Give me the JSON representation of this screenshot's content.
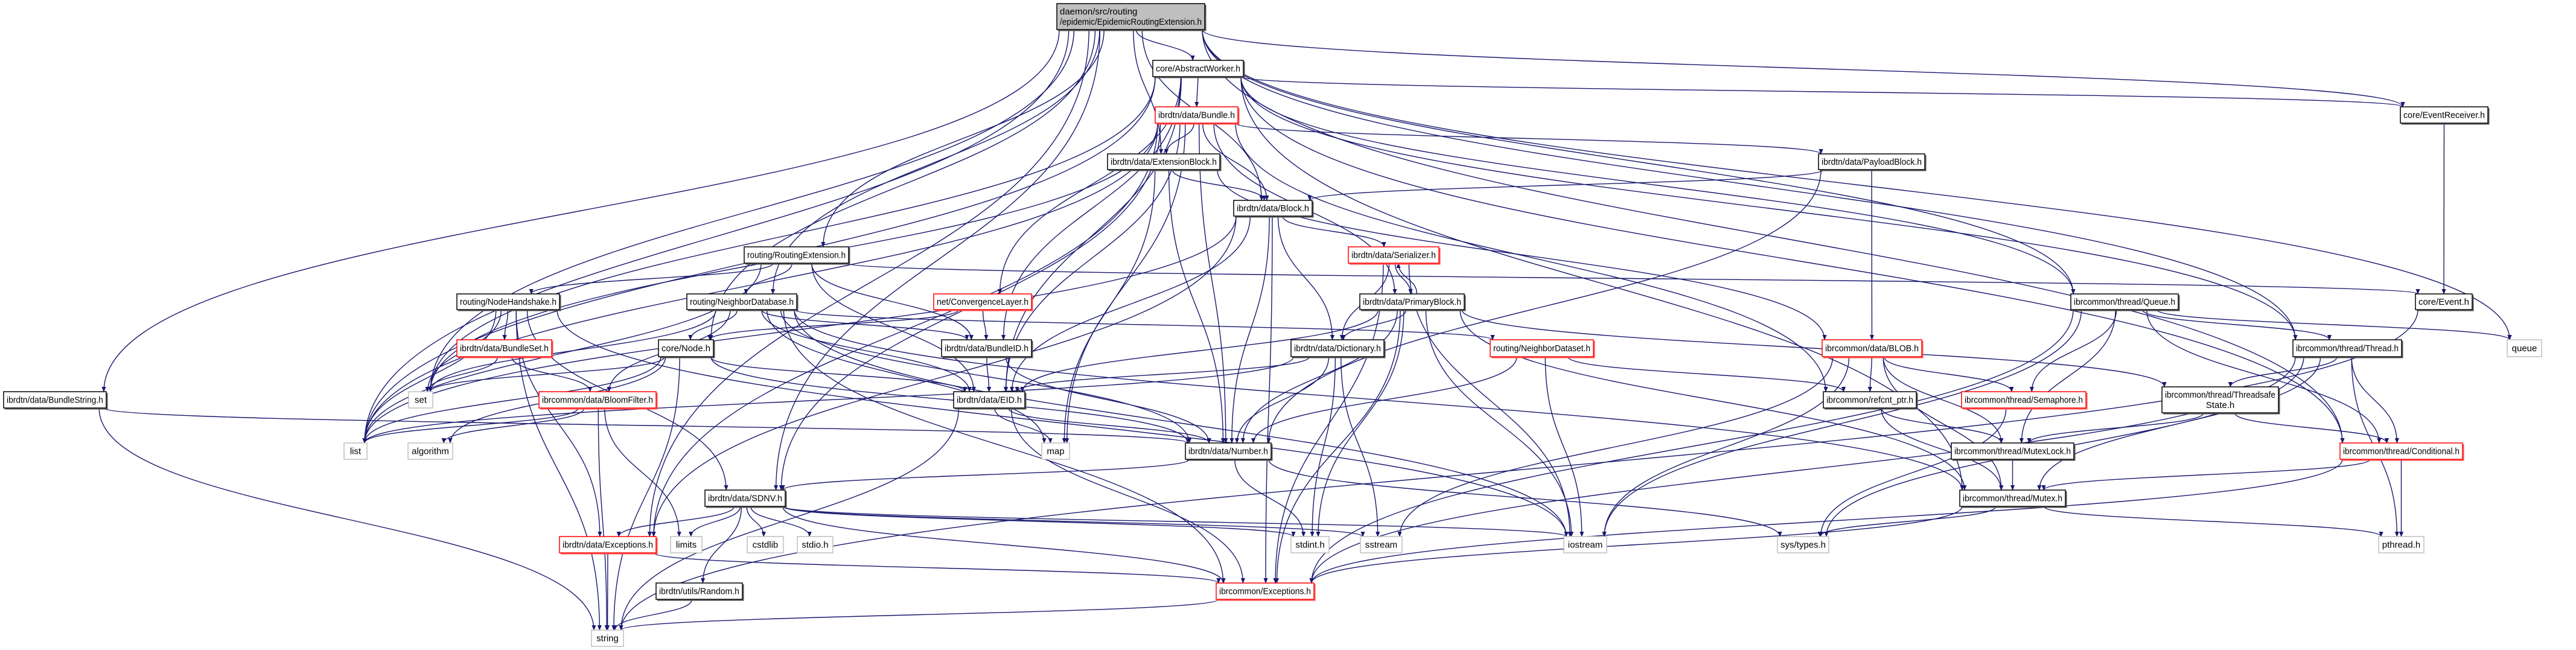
{
  "colors": {
    "edge": "#191970",
    "root_fill": "#bfbfbf",
    "red_border": "#ff0000",
    "leaf_border": "#bfbfbf",
    "node_border": "#000000"
  },
  "nodes": [
    {
      "id": "root",
      "label": [
        "daemon/src/routing",
        "/epidemic/EpidemicRoutingExtension.h"
      ],
      "style": "root"
    },
    {
      "id": "aw",
      "label": [
        "core/AbstractWorker.h"
      ],
      "style": "normal"
    },
    {
      "id": "bundle",
      "label": [
        "ibrdtn/data/Bundle.h"
      ],
      "style": "red"
    },
    {
      "id": "ext",
      "label": [
        "ibrdtn/data/ExtensionBlock.h"
      ],
      "style": "normal"
    },
    {
      "id": "block",
      "label": [
        "ibrdtn/data/Block.h"
      ],
      "style": "normal"
    },
    {
      "id": "ser",
      "label": [
        "ibrdtn/data/Serializer.h"
      ],
      "style": "red"
    },
    {
      "id": "prim",
      "label": [
        "ibrdtn/data/PrimaryBlock.h"
      ],
      "style": "normal"
    },
    {
      "id": "cl",
      "label": [
        "net/ConvergenceLayer.h"
      ],
      "style": "red"
    },
    {
      "id": "re",
      "label": [
        "routing/RoutingExtension.h"
      ],
      "style": "normal"
    },
    {
      "id": "nh",
      "label": [
        "routing/NodeHandshake.h"
      ],
      "style": "normal"
    },
    {
      "id": "ndb",
      "label": [
        "routing/NeighborDatabase.h"
      ],
      "style": "normal"
    },
    {
      "id": "pay",
      "label": [
        "ibrdtn/data/PayloadBlock.h"
      ],
      "style": "normal"
    },
    {
      "id": "evr",
      "label": [
        "core/EventReceiver.h"
      ],
      "style": "normal"
    },
    {
      "id": "queue_h",
      "label": [
        "ibrcommon/thread/Queue.h"
      ],
      "style": "normal"
    },
    {
      "id": "event",
      "label": [
        "core/Event.h"
      ],
      "style": "normal"
    },
    {
      "id": "bset",
      "label": [
        "ibrdtn/data/BundleSet.h"
      ],
      "style": "red"
    },
    {
      "id": "node",
      "label": [
        "core/Node.h"
      ],
      "style": "normal"
    },
    {
      "id": "bstr",
      "label": [
        "ibrdtn/data/BundleString.h"
      ],
      "style": "normal"
    },
    {
      "id": "set",
      "label": [
        "set"
      ],
      "style": "leaf"
    },
    {
      "id": "bloom",
      "label": [
        "ibrcommon/data/BloomFilter.h"
      ],
      "style": "red"
    },
    {
      "id": "list",
      "label": [
        "list"
      ],
      "style": "leaf"
    },
    {
      "id": "algo",
      "label": [
        "algorithm"
      ],
      "style": "leaf"
    },
    {
      "id": "sdnv",
      "label": [
        "ibrdtn/data/SDNV.h"
      ],
      "style": "normal"
    },
    {
      "id": "dexc",
      "label": [
        "ibrdtn/data/Exceptions.h"
      ],
      "style": "red"
    },
    {
      "id": "limits",
      "label": [
        "limits"
      ],
      "style": "leaf"
    },
    {
      "id": "cstdlib",
      "label": [
        "cstdlib"
      ],
      "style": "leaf"
    },
    {
      "id": "stdio",
      "label": [
        "stdio.h"
      ],
      "style": "leaf"
    },
    {
      "id": "random",
      "label": [
        "ibrdtn/utils/Random.h"
      ],
      "style": "normal"
    },
    {
      "id": "string",
      "label": [
        "string"
      ],
      "style": "leaf"
    },
    {
      "id": "bid",
      "label": [
        "ibrdtn/data/BundleID.h"
      ],
      "style": "normal"
    },
    {
      "id": "dict",
      "label": [
        "ibrdtn/data/Dictionary.h"
      ],
      "style": "normal"
    },
    {
      "id": "nds",
      "label": [
        "routing/NeighborDataset.h"
      ],
      "style": "red"
    },
    {
      "id": "eid",
      "label": [
        "ibrdtn/data/EID.h"
      ],
      "style": "normal"
    },
    {
      "id": "map",
      "label": [
        "map"
      ],
      "style": "leaf"
    },
    {
      "id": "number",
      "label": [
        "ibrdtn/data/Number.h"
      ],
      "style": "normal"
    },
    {
      "id": "stdint",
      "label": [
        "stdint.h"
      ],
      "style": "leaf"
    },
    {
      "id": "sstream",
      "label": [
        "sstream"
      ],
      "style": "leaf"
    },
    {
      "id": "iostream",
      "label": [
        "iostream"
      ],
      "style": "leaf"
    },
    {
      "id": "cexc",
      "label": [
        "ibrcommon/Exceptions.h"
      ],
      "style": "red"
    },
    {
      "id": "blob",
      "label": [
        "ibrcommon/data/BLOB.h"
      ],
      "style": "red"
    },
    {
      "id": "thread",
      "label": [
        "ibrcommon/thread/Thread.h"
      ],
      "style": "normal"
    },
    {
      "id": "queue",
      "label": [
        "queue"
      ],
      "style": "leaf"
    },
    {
      "id": "refcnt",
      "label": [
        "ibrcommon/refcnt_ptr.h"
      ],
      "style": "normal"
    },
    {
      "id": "sem",
      "label": [
        "ibrcommon/thread/Semaphore.h"
      ],
      "style": "red"
    },
    {
      "id": "tss",
      "label": [
        "ibrcommon/thread/Threadsafe",
        "State.h"
      ],
      "style": "normal"
    },
    {
      "id": "mlock",
      "label": [
        "ibrcommon/thread/MutexLock.h"
      ],
      "style": "normal"
    },
    {
      "id": "cond",
      "label": [
        "ibrcommon/thread/Conditional.h"
      ],
      "style": "red"
    },
    {
      "id": "mutex",
      "label": [
        "ibrcommon/thread/Mutex.h"
      ],
      "style": "normal"
    },
    {
      "id": "systypes",
      "label": [
        "sys/types.h"
      ],
      "style": "leaf"
    },
    {
      "id": "pthread",
      "label": [
        "pthread.h"
      ],
      "style": "leaf"
    }
  ],
  "edges": [
    [
      "root",
      "aw"
    ],
    [
      "root",
      "ext"
    ],
    [
      "root",
      "block"
    ],
    [
      "root",
      "re"
    ],
    [
      "root",
      "ndb"
    ],
    [
      "root",
      "node"
    ],
    [
      "root",
      "bstr"
    ],
    [
      "root",
      "list"
    ],
    [
      "root",
      "sdnv"
    ],
    [
      "root",
      "set"
    ],
    [
      "root",
      "evr"
    ],
    [
      "root",
      "queue_h"
    ],
    [
      "root",
      "thread"
    ],
    [
      "root",
      "cond"
    ],
    [
      "root",
      "queue"
    ],
    [
      "root",
      "dexc"
    ],
    [
      "aw",
      "bundle"
    ],
    [
      "aw",
      "evr"
    ],
    [
      "aw",
      "thread"
    ],
    [
      "aw",
      "queue_h"
    ],
    [
      "aw",
      "mutex"
    ],
    [
      "aw",
      "cond"
    ],
    [
      "aw",
      "set"
    ],
    [
      "aw",
      "eid"
    ],
    [
      "aw",
      "bid"
    ],
    [
      "aw",
      "cl"
    ],
    [
      "aw",
      "list"
    ],
    [
      "bundle",
      "ext"
    ],
    [
      "bundle",
      "block"
    ],
    [
      "bundle",
      "prim"
    ],
    [
      "bundle",
      "pay"
    ],
    [
      "bundle",
      "eid"
    ],
    [
      "bundle",
      "number"
    ],
    [
      "bundle",
      "map"
    ],
    [
      "bundle",
      "list"
    ],
    [
      "bundle",
      "set"
    ],
    [
      "bundle",
      "sdnv"
    ],
    [
      "bundle",
      "refcnt"
    ],
    [
      "bundle",
      "dexc"
    ],
    [
      "ext",
      "block"
    ],
    [
      "ext",
      "map"
    ],
    [
      "ext",
      "number"
    ],
    [
      "ext",
      "blob"
    ],
    [
      "block",
      "ser"
    ],
    [
      "block",
      "eid"
    ],
    [
      "block",
      "number"
    ],
    [
      "block",
      "dict"
    ],
    [
      "block",
      "list"
    ],
    [
      "block",
      "cexc"
    ],
    [
      "block",
      "dexc"
    ],
    [
      "ser",
      "prim"
    ],
    [
      "ser",
      "dict"
    ],
    [
      "ser",
      "iostream"
    ],
    [
      "ser",
      "cexc"
    ],
    [
      "prim",
      "ser"
    ],
    [
      "prim",
      "dict"
    ],
    [
      "prim",
      "eid"
    ],
    [
      "prim",
      "number"
    ],
    [
      "prim",
      "iostream"
    ],
    [
      "prim",
      "stdint"
    ],
    [
      "prim",
      "mutex"
    ],
    [
      "prim",
      "tss"
    ],
    [
      "prim",
      "cexc"
    ],
    [
      "re",
      "nh"
    ],
    [
      "re",
      "ndb"
    ],
    [
      "re",
      "bid"
    ],
    [
      "re",
      "eid"
    ],
    [
      "re",
      "event"
    ],
    [
      "re",
      "list"
    ],
    [
      "nh",
      "bset"
    ],
    [
      "nh",
      "set"
    ],
    [
      "nh",
      "list"
    ],
    [
      "nh",
      "sdnv"
    ],
    [
      "nh",
      "iostream"
    ],
    [
      "nh",
      "string"
    ],
    [
      "nh",
      "dexc"
    ],
    [
      "ndb",
      "nds"
    ],
    [
      "ndb",
      "bloom"
    ],
    [
      "ndb",
      "node"
    ],
    [
      "ndb",
      "bid"
    ],
    [
      "ndb",
      "eid"
    ],
    [
      "ndb",
      "map"
    ],
    [
      "ndb",
      "set"
    ],
    [
      "ndb",
      "number"
    ],
    [
      "ndb",
      "iostream"
    ],
    [
      "ndb",
      "cexc"
    ],
    [
      "ndb",
      "mutex"
    ],
    [
      "cl",
      "bid"
    ],
    [
      "cl",
      "node"
    ],
    [
      "node",
      "set"
    ],
    [
      "node",
      "list"
    ],
    [
      "node",
      "eid"
    ],
    [
      "node",
      "number"
    ],
    [
      "node",
      "string"
    ],
    [
      "node",
      "algo"
    ],
    [
      "bset",
      "set"
    ],
    [
      "bset",
      "bloom"
    ],
    [
      "bloom",
      "list"
    ],
    [
      "bloom",
      "algo"
    ],
    [
      "bloom",
      "string"
    ],
    [
      "bloom",
      "limits"
    ],
    [
      "bstr",
      "string"
    ],
    [
      "bstr",
      "number"
    ],
    [
      "dict",
      "eid"
    ],
    [
      "dict",
      "number"
    ],
    [
      "dict",
      "stdint"
    ],
    [
      "dict",
      "sstream"
    ],
    [
      "dict",
      "list"
    ],
    [
      "bid",
      "eid"
    ],
    [
      "bid",
      "number"
    ],
    [
      "eid",
      "map"
    ],
    [
      "eid",
      "number"
    ],
    [
      "eid",
      "string"
    ],
    [
      "eid",
      "cexc"
    ],
    [
      "nds",
      "number"
    ],
    [
      "nds",
      "iostream"
    ],
    [
      "nds",
      "refcnt"
    ],
    [
      "number",
      "sdnv"
    ],
    [
      "number",
      "systypes"
    ],
    [
      "number",
      "stdint"
    ],
    [
      "sdnv",
      "dexc"
    ],
    [
      "sdnv",
      "limits"
    ],
    [
      "sdnv",
      "cstdlib"
    ],
    [
      "sdnv",
      "stdio"
    ],
    [
      "sdnv",
      "random"
    ],
    [
      "sdnv",
      "stdint"
    ],
    [
      "sdnv",
      "sstream"
    ],
    [
      "sdnv",
      "iostream"
    ],
    [
      "sdnv",
      "cexc"
    ],
    [
      "dexc",
      "string"
    ],
    [
      "dexc",
      "cexc"
    ],
    [
      "random",
      "string"
    ],
    [
      "cexc",
      "string"
    ],
    [
      "pay",
      "block"
    ],
    [
      "pay",
      "blob"
    ],
    [
      "pay",
      "number"
    ],
    [
      "blob",
      "refcnt"
    ],
    [
      "blob",
      "sem"
    ],
    [
      "blob",
      "mlock"
    ],
    [
      "blob",
      "mutex"
    ],
    [
      "blob",
      "sstream"
    ],
    [
      "blob",
      "iostream"
    ],
    [
      "refcnt",
      "mlock"
    ],
    [
      "refcnt",
      "mutex"
    ],
    [
      "sem",
      "systypes"
    ],
    [
      "mlock",
      "mutex"
    ],
    [
      "mutex",
      "pthread"
    ],
    [
      "mutex",
      "cexc"
    ],
    [
      "mutex",
      "systypes"
    ],
    [
      "queue_h",
      "sem"
    ],
    [
      "queue_h",
      "thread"
    ],
    [
      "queue_h",
      "mlock"
    ],
    [
      "queue_h",
      "cond"
    ],
    [
      "queue_h",
      "queue"
    ],
    [
      "queue_h",
      "cexc"
    ],
    [
      "queue_h",
      "iostream"
    ],
    [
      "thread",
      "tss"
    ],
    [
      "thread",
      "cond"
    ],
    [
      "thread",
      "mutex"
    ],
    [
      "thread",
      "pthread"
    ],
    [
      "thread",
      "systypes"
    ],
    [
      "thread",
      "cexc"
    ],
    [
      "tss",
      "mlock"
    ],
    [
      "tss",
      "cond"
    ],
    [
      "cond",
      "mutex"
    ],
    [
      "cond",
      "pthread"
    ],
    [
      "cond",
      "cexc"
    ],
    [
      "evr",
      "event"
    ],
    [
      "event",
      "string"
    ]
  ]
}
